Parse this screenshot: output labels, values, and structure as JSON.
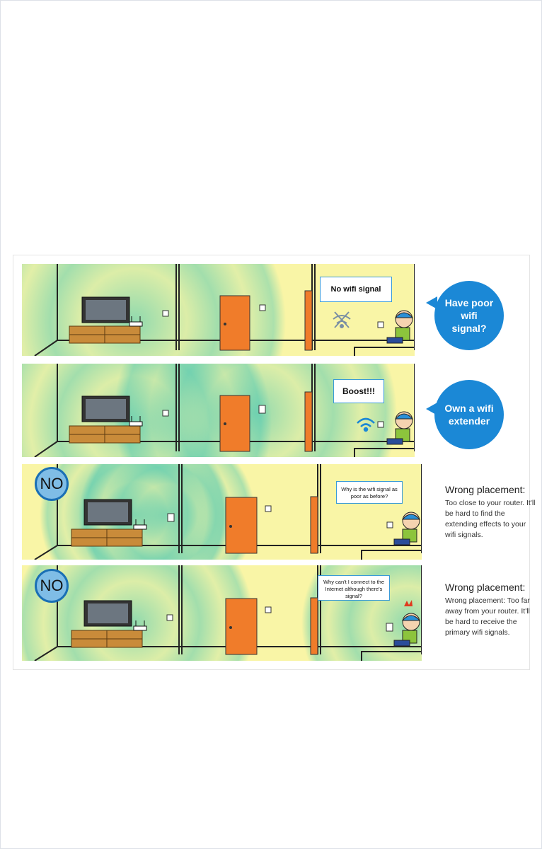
{
  "rows": [
    {
      "bubble": "No wifi signal",
      "callout": "Have poor wifi signal?"
    },
    {
      "bubble": "Boost!!!",
      "callout": "Own a wifi extender"
    },
    {
      "badge": "NO",
      "bubble": "Why is the wifi signal as poor as before?",
      "heading": "Wrong placement:",
      "text": "Too close to your router. It'll be hard to find the extending effects to your wifi signals."
    },
    {
      "badge": "NO",
      "bubble": "Why can't I connect to the Internet although there's signal?",
      "heading": "Wrong placement:",
      "text": "Wrong placement: Too far away from your router. It'll be hard to receive the primary wifi signals."
    }
  ],
  "colors": {
    "wall": "#f9f5a6",
    "door": "#f07c2a",
    "signal": "#38c2b4",
    "accent": "#1b88d6",
    "shirt": "#8cc43c"
  }
}
